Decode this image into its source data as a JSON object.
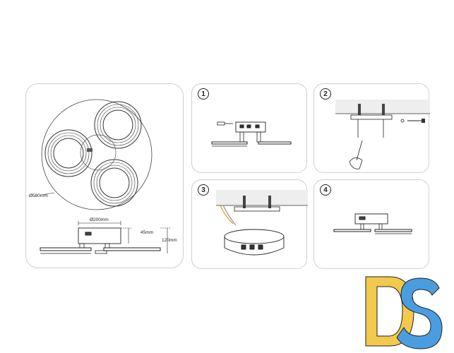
{
  "main_panel": {
    "diameter_label": "Ø580mm",
    "base_width_label": "Ø200mm",
    "base_height_label": "45mm",
    "total_height_label": "120mm"
  },
  "steps": [
    {
      "number": "1"
    },
    {
      "number": "2"
    },
    {
      "number": "3"
    },
    {
      "number": "4"
    }
  ],
  "logo": {
    "text": "DS",
    "colors": {
      "d": "#f2c94c",
      "s": "#4a9ee0",
      "outline": "#222222"
    }
  }
}
